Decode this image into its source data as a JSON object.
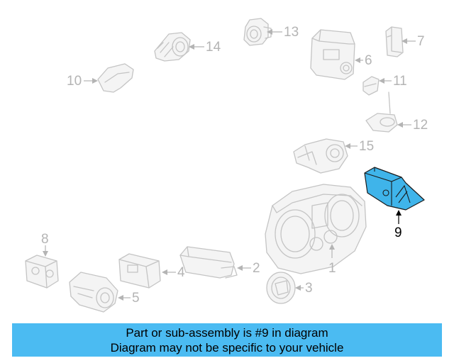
{
  "callouts": {
    "c1": "1",
    "c2": "2",
    "c3": "3",
    "c4": "4",
    "c5": "5",
    "c6": "6",
    "c7": "7",
    "c8": "8",
    "c9": "9",
    "c10": "10",
    "c11": "11",
    "c12": "12",
    "c13": "13",
    "c14": "14",
    "c15": "15"
  },
  "highlight": {
    "part": "9",
    "color": "#3fb4ea"
  },
  "banner": {
    "line1": "Part or sub-assembly is #9 in diagram",
    "line2": "Diagram may not be specific to your vehicle",
    "color": "#4bbbf2"
  }
}
